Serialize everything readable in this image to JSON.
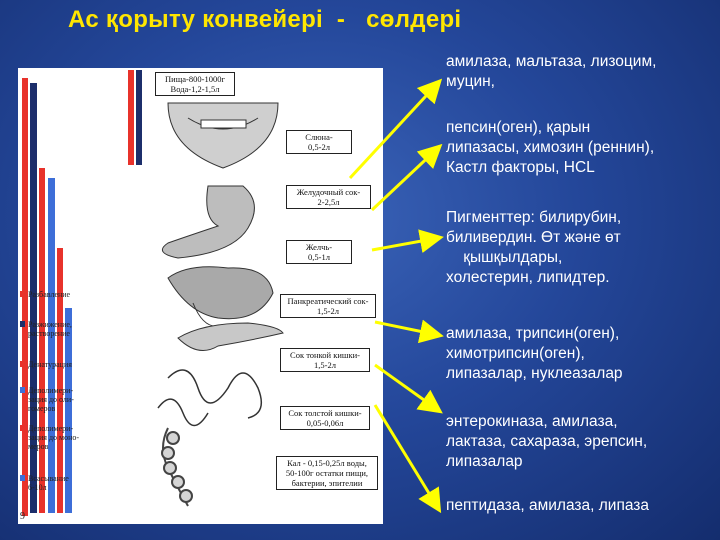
{
  "title": "Ас қорыту конвейері  -   сөлдері",
  "diagram": {
    "intake_label": [
      "Пища-800-1000г",
      "Вода-1,2-1,5л"
    ],
    "organ_labels": [
      [
        "Слюна-",
        "0,5-2л"
      ],
      [
        "Желудочный сок-",
        "2-2,5л"
      ],
      [
        "Желчь-",
        "0,5-1л"
      ],
      [
        "Панкреатический сок-",
        "1,5-2л"
      ],
      [
        "Сок тонкой кишки-",
        "1,5-2л"
      ],
      [
        "Сок толстой кишки-",
        "0,05-0,06л"
      ],
      [
        "Кал - 0,15-0,25л воды,",
        "50-100г остатки пищи,",
        "бактерии, эпителии"
      ]
    ],
    "legend": [
      {
        "lines": [
          "Разбавление"
        ],
        "color": "#e8322b"
      },
      {
        "lines": [
          "Разжижение,",
          "растворение"
        ],
        "color": "#1c2e6b"
      },
      {
        "lines": [
          "Денатурация"
        ],
        "color": "#e8322b"
      },
      {
        "lines": [
          "Деполимери-",
          "зация до оли-",
          "гомеров"
        ],
        "color": "#3d6ed8"
      },
      {
        "lines": [
          "Деполимери-",
          "зация до моно-",
          "меров"
        ],
        "color": "#e8322b"
      },
      {
        "lines": [
          "Всасывание",
          "6-10л"
        ],
        "color": "#3d6ed8"
      }
    ],
    "page_number": "9"
  },
  "secretions": [
    [
      "амилаза, мальтаза, лизоцим,",
      "муцин,"
    ],
    [
      "пепсин(оген), қарын",
      "липазасы, химозин (реннин),",
      "Кастл факторы,   HCL"
    ],
    [
      "Пигменттер: билирубин,",
      "биливердин. Өт және өт",
      "    қышқылдары,",
      "холестерин,   липидтер."
    ],
    [
      "амилаза, трипсин(оген),",
      "химотрипсин(оген),",
      "липазалар, нуклеазалар"
    ],
    [
      "энтерокиназа, амилаза,",
      "лактаза, сахараза, эрепсин,",
      "липазалар"
    ],
    [
      "пептидаза, амилаза, липаза"
    ]
  ],
  "colors": {
    "title": "#ffe600",
    "arrow": "#ffff00",
    "background": "#24479a"
  }
}
